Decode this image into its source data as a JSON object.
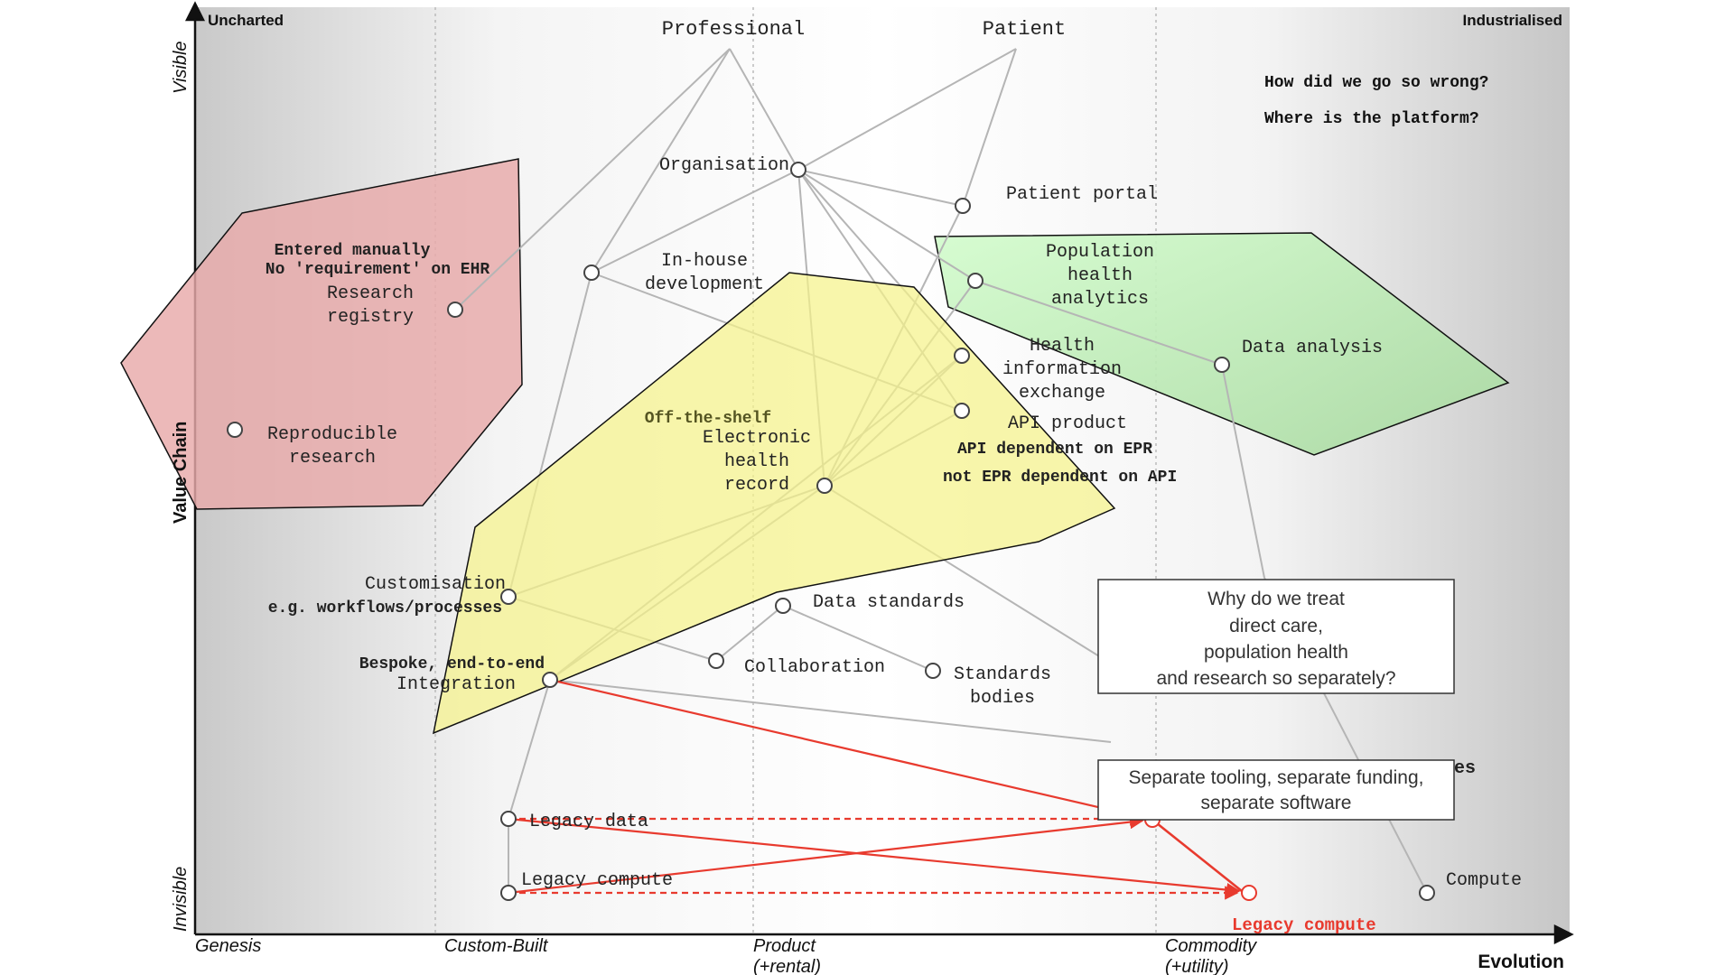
{
  "stage_labels": {
    "top_left": "Uncharted",
    "top_right": "Industrialised",
    "genesis": "Genesis",
    "custom_built": "Custom-Built",
    "product_1": "Product",
    "product_2": "(+rental)",
    "commodity_1": "Commodity",
    "commodity_2": "(+utility)",
    "evolution": "Evolution"
  },
  "axis_labels": {
    "visible": "Visible",
    "value_chain": "Value Chain",
    "invisible": "Invisible"
  },
  "questions": {
    "q1": "How did we go so wrong?",
    "q2": "Where is the platform?"
  },
  "areas": {
    "red_1": "Entered manually",
    "red_2": "No 'requirement' on EHR",
    "yellow_1": "Off-the-shelf",
    "green_1": "API dependent on EPR",
    "green_2": "not EPR dependent on API"
  },
  "components": {
    "professional": "Professional",
    "patient": "Patient",
    "organisation": "Organisation",
    "patient_portal": "Patient portal",
    "inhouse_1": "In-house",
    "inhouse_2": "development",
    "research_1": "Research",
    "research_2": "registry",
    "reproducible_1": "Reproducible",
    "reproducible_2": "research",
    "pop_1": "Population",
    "pop_2": "health",
    "pop_3": "analytics",
    "data_analysis": "Data analysis",
    "hie_1": "Health",
    "hie_2": "information",
    "hie_3": "exchange",
    "api_product": "API product",
    "ehr_1": "Electronic",
    "ehr_2": "health",
    "ehr_3": "record",
    "custom_1": "Customisation",
    "custom_2": "e.g. workflows/processes",
    "bespoke_1": "Bespoke, end-to-end",
    "bespoke_2": "Integration",
    "data_standards": "Data standards",
    "collaboration": "Collaboration",
    "standards_1": "Standards",
    "standards_2": "bodies",
    "legacy_data": "Legacy data",
    "legacy_compute": "Legacy compute",
    "legacy_compute_red": "Legacy compute",
    "compute": "Compute",
    "partial_es": "es"
  },
  "notes": {
    "n1_1": "Why do we treat",
    "n1_2": "direct care,",
    "n1_3": "population health",
    "n1_4": "and research so separately?",
    "n2_1": "Separate tooling, separate funding,",
    "n2_2": "separate software"
  },
  "colors": {
    "red_area": "#e8a9a9",
    "yellow_area": "#f5f28a",
    "green_area": "#b7ecb0",
    "link_gray": "#b5b5b5",
    "movement_red": "#e83a2e"
  }
}
